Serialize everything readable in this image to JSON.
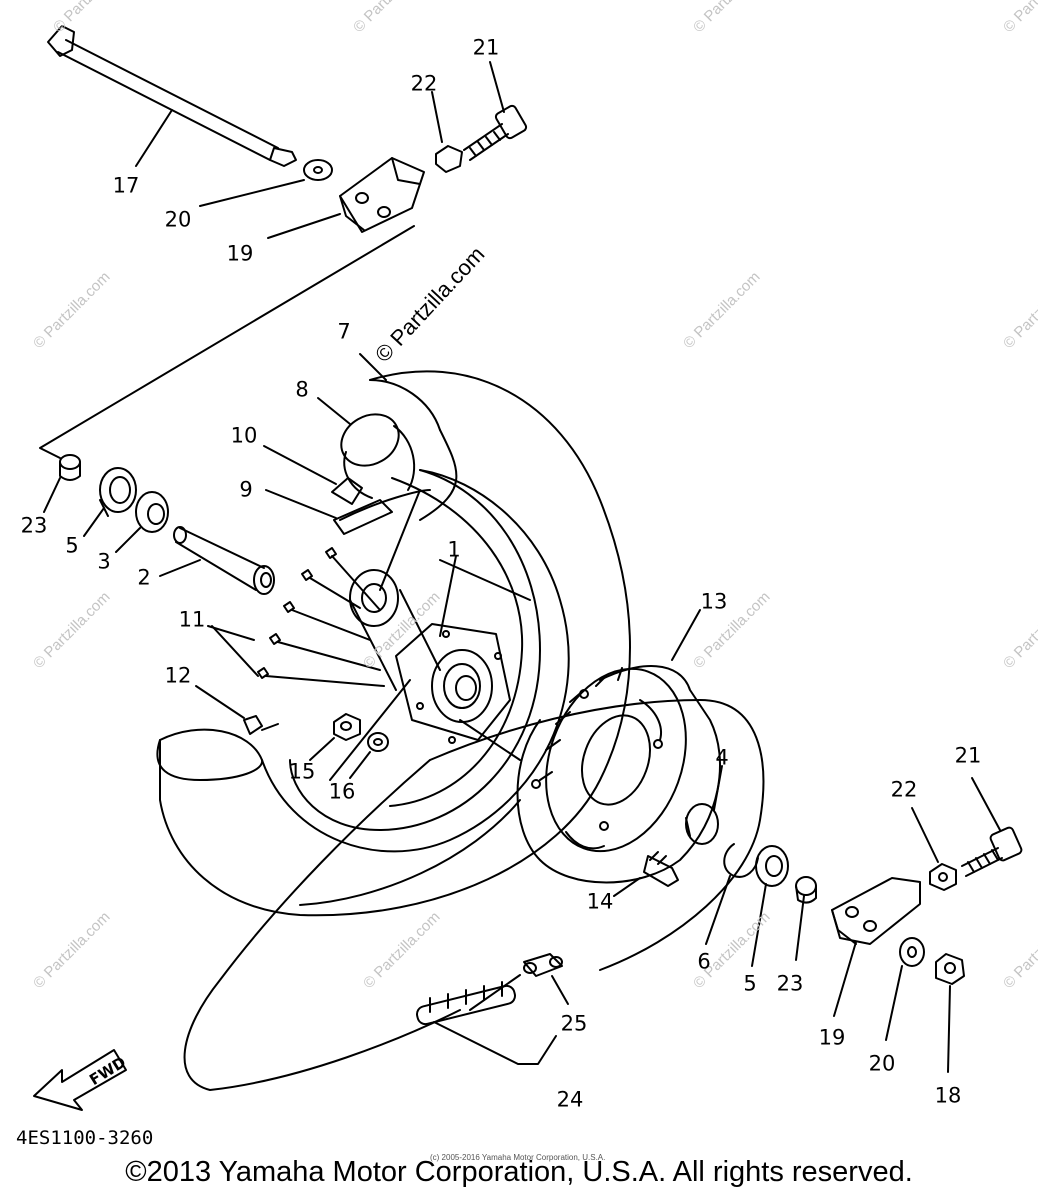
{
  "labels": [
    "1",
    "2",
    "3",
    "4",
    "5",
    "5",
    "6",
    "7",
    "8",
    "9",
    "10",
    "11",
    "12",
    "13",
    "14",
    "15",
    "16",
    "17",
    "18",
    "19",
    "19",
    "20",
    "20",
    "21",
    "21",
    "22",
    "22",
    "23",
    "23",
    "24",
    "25"
  ],
  "fwd_label": "FWD",
  "part_code": "4ES1100-3260",
  "small_copyright": "(c) 2005-2016 Yamaha Motor Corporation, U.S.A.",
  "copyright": "©2013 Yamaha Motor Corporation, U.S.A. All rights reserved.",
  "watermark_text": "© Partzilla.com",
  "watermark_primary": "© Partzilla.com"
}
